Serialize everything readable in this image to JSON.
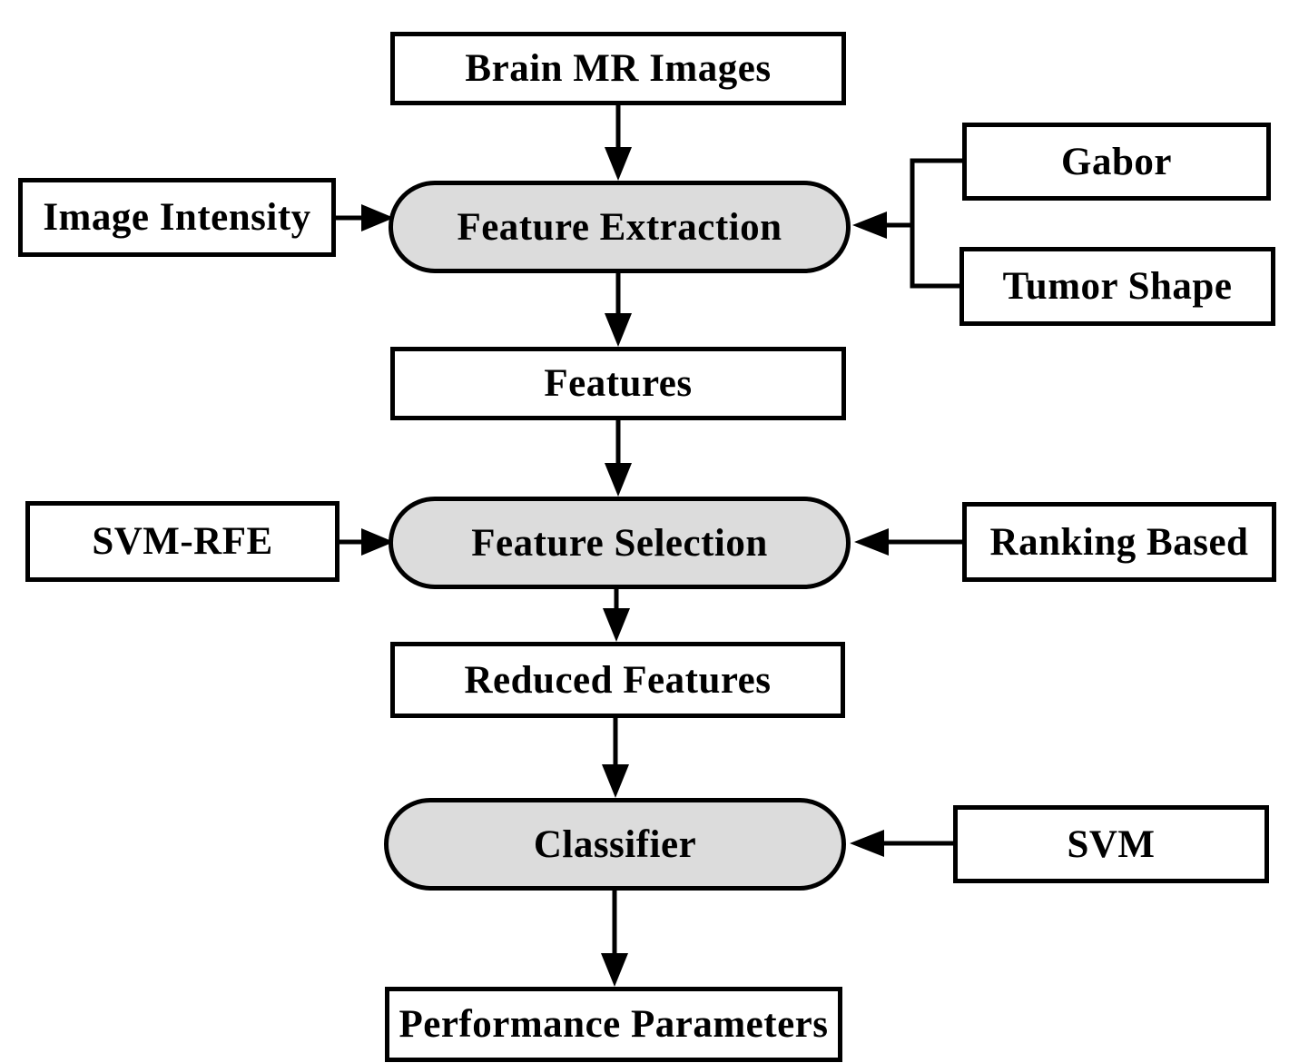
{
  "diagram_type": "flowchart",
  "nodes": {
    "brain_mr_images": {
      "label": "Brain MR Images",
      "shape": "rectangle",
      "role": "input"
    },
    "image_intensity": {
      "label": "Image Intensity",
      "shape": "rectangle",
      "role": "feature-source"
    },
    "feature_extraction": {
      "label": "Feature Extraction",
      "shape": "stadium",
      "role": "process"
    },
    "gabor": {
      "label": "Gabor",
      "shape": "rectangle",
      "role": "feature-source"
    },
    "tumor_shape": {
      "label": "Tumor Shape",
      "shape": "rectangle",
      "role": "feature-source"
    },
    "features": {
      "label": "Features",
      "shape": "rectangle",
      "role": "data"
    },
    "svm_rfe": {
      "label": "SVM-RFE",
      "shape": "rectangle",
      "role": "method"
    },
    "feature_selection": {
      "label": "Feature Selection",
      "shape": "stadium",
      "role": "process"
    },
    "ranking_based": {
      "label": "Ranking Based",
      "shape": "rectangle",
      "role": "method"
    },
    "reduced_features": {
      "label": "Reduced Features",
      "shape": "rectangle",
      "role": "data"
    },
    "classifier": {
      "label": "Classifier",
      "shape": "stadium",
      "role": "process"
    },
    "svm": {
      "label": "SVM",
      "shape": "rectangle",
      "role": "method"
    },
    "performance_parameters": {
      "label": "Performance Parameters",
      "shape": "rectangle",
      "role": "output"
    }
  },
  "edges": [
    {
      "from": "brain_mr_images",
      "to": "feature_extraction"
    },
    {
      "from": "image_intensity",
      "to": "feature_extraction"
    },
    {
      "from": "gabor",
      "to": "feature_extraction"
    },
    {
      "from": "tumor_shape",
      "to": "feature_extraction"
    },
    {
      "from": "feature_extraction",
      "to": "features"
    },
    {
      "from": "features",
      "to": "feature_selection"
    },
    {
      "from": "svm_rfe",
      "to": "feature_selection"
    },
    {
      "from": "ranking_based",
      "to": "feature_selection"
    },
    {
      "from": "feature_selection",
      "to": "reduced_features"
    },
    {
      "from": "reduced_features",
      "to": "classifier"
    },
    {
      "from": "svm",
      "to": "classifier"
    },
    {
      "from": "classifier",
      "to": "performance_parameters"
    }
  ],
  "colors": {
    "process_fill": "#dcdcdc",
    "box_fill": "#ffffff",
    "stroke": "#000000",
    "text": "#000000",
    "background": "#ffffff"
  }
}
